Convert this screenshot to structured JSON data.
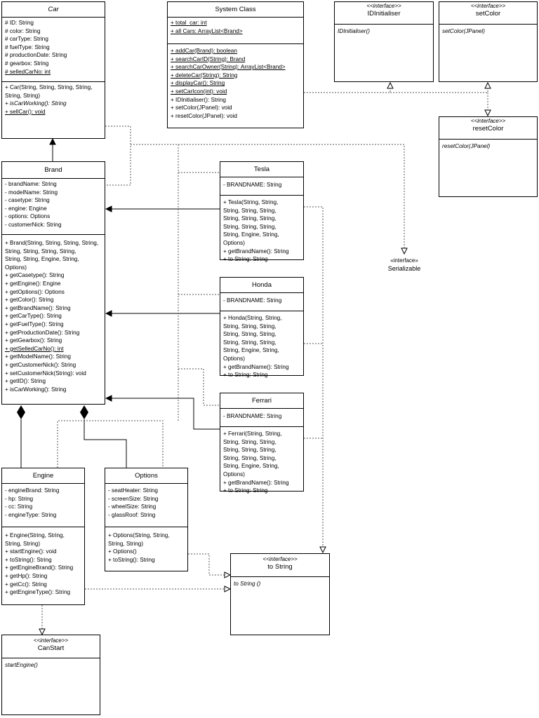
{
  "car": {
    "name": "Car",
    "attributes": [
      "# ID: String",
      "# color: String",
      "# carType: String",
      "# fuelType: String",
      "# productionDate: String",
      "# gearbox: String",
      "# selledCarNo: int"
    ],
    "methods": [
      "+ Car(String, String, String, String,",
      "String, String)",
      "+ isCarWorking(): String",
      "+ sellCar(): void"
    ]
  },
  "system_class": {
    "name": "System Class",
    "attributes": [
      "+ total_car: int",
      "+ all Cars: ArrayList<Brand>"
    ],
    "methods": [
      "+ addCar(Brand): boolean",
      "+ searchCarID(String): Brand",
      "+ searchCarOwner(String): ArrayList<Brand>",
      "+ deleteCar(String): String",
      "+ displayCar(): String",
      "+ setCarIcon(int): void",
      "+ IDInitialiser(): String",
      "+ setColor(JPanel): void",
      "+ resetColor(JPanel): void"
    ]
  },
  "idinitialiser": {
    "stereotype": "<<interface>>",
    "name": "IDInitialiser",
    "method": "IDInitialiser()"
  },
  "setcolor": {
    "stereotype": "<<interface>>",
    "name": "setColor",
    "method": "setColor(JPanel)"
  },
  "resetcolor": {
    "stereotype": "<<interface>>",
    "name": "resetColor",
    "method": "resetColor(JPanel)"
  },
  "serializable": {
    "stereotype": "«interface»",
    "name": "Serializable"
  },
  "brand": {
    "name": "Brand",
    "attributes": [
      "- brandName: String",
      "- modelName: String",
      "- casetype: String",
      "- engine: Engine",
      "- options: Options",
      "- customerNick: String"
    ],
    "methods": [
      "+ Brand(String, String, String, String,",
      "String, String, String, String,",
      "String, String, Engine, String,",
      "Options)",
      "+ getCasetype(): String",
      "+ getEngine(): Engine",
      "+ getOptions(): Options",
      "+ getColor(): String",
      "+ getBrandName(): String",
      "+ getCarType(): String",
      "+ getFuelType(): String",
      "+ getProductionDate(): String",
      "+ getGearbox(): String",
      "+ getSelledCarNo(): int",
      "+ getModelName(): String",
      "+ getCustomerNick(): String",
      "+ setCustomerNick(String): void",
      "+ getID(): String",
      "+ isCarWorking(): String"
    ]
  },
  "tesla": {
    "name": "Tesla",
    "attributes": [
      "- BRANDNAME: String"
    ],
    "methods": [
      "+ Tesla(String, String,",
      "String, String, String,",
      "String, String, String,",
      "String, String, String,",
      "String, Engine, String,",
      "Options)",
      "+ getBrandName(): String",
      "+ to String: String"
    ]
  },
  "honda": {
    "name": "Honda",
    "attributes": [
      "- BRANDNAME: String"
    ],
    "methods": [
      "+ Honda(String, String,",
      "String, String, String,",
      "String, String, String,",
      "String, String, String,",
      "String, Engine, String,",
      "Options)",
      "+ getBrandName(): String",
      "+ to String: String"
    ]
  },
  "ferrari": {
    "name": "Ferrari",
    "attributes": [
      "- BRANDNAME: String"
    ],
    "methods": [
      "+ Ferrari(String, String,",
      "String, String, String,",
      "String, String, String,",
      "String, String, String,",
      "String, Engine, String,",
      "Options)",
      "+ getBrandName(): String",
      "+ to String: String"
    ]
  },
  "engine": {
    "name": "Engine",
    "attributes": [
      "- engineBrand: String",
      "- hp: String",
      "- cc: String",
      "- engineType: String"
    ],
    "methods": [
      "+ Engine(String, String,",
      "String, String)",
      "+ startEngine(): void",
      "+ toString(): String",
      "+ getEngineBrand(): String",
      "+ getHp(): String",
      "+ getCc(): String",
      "+ getEngineType(): String"
    ]
  },
  "options": {
    "name": "Options",
    "attributes": [
      "- seatHeater: String",
      "- screenSize: String",
      "- wheelSize: String",
      "- glassRoof: String"
    ],
    "methods": [
      "+ Options(String, String,",
      "String, String)",
      "+ Options()",
      "+ toString(): String"
    ]
  },
  "tostring": {
    "stereotype": "<<interface>>",
    "name": "to String",
    "method": "to String ()"
  },
  "canstart": {
    "stereotype": "<<interface>>",
    "name": "CanStart",
    "method": "startEngine()"
  }
}
